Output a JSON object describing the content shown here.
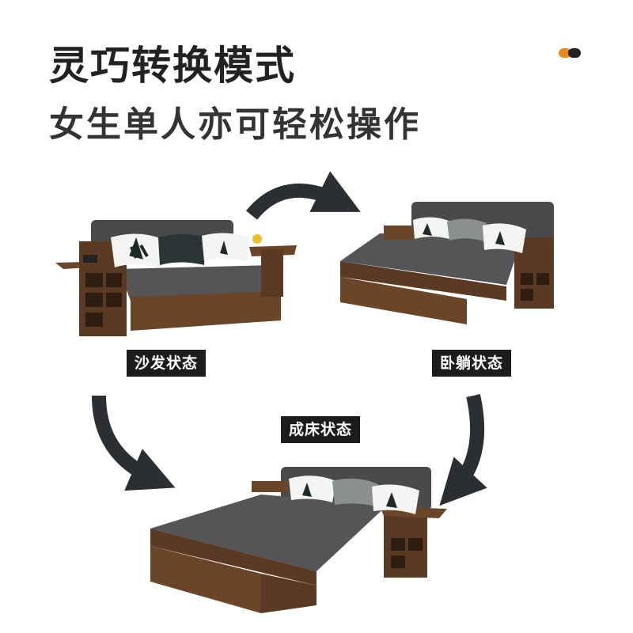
{
  "header": {
    "title": "灵巧转换模式",
    "subtitle": "女生单人亦可轻松操作"
  },
  "states": {
    "sofa": "沙发状态",
    "recline": "卧躺状态",
    "bed": "成床状态"
  },
  "colors": {
    "wood": "#5a3a22",
    "fabric": "#4a4a4c",
    "arrow": "#2b2f33",
    "accent": "#e98a1c"
  }
}
